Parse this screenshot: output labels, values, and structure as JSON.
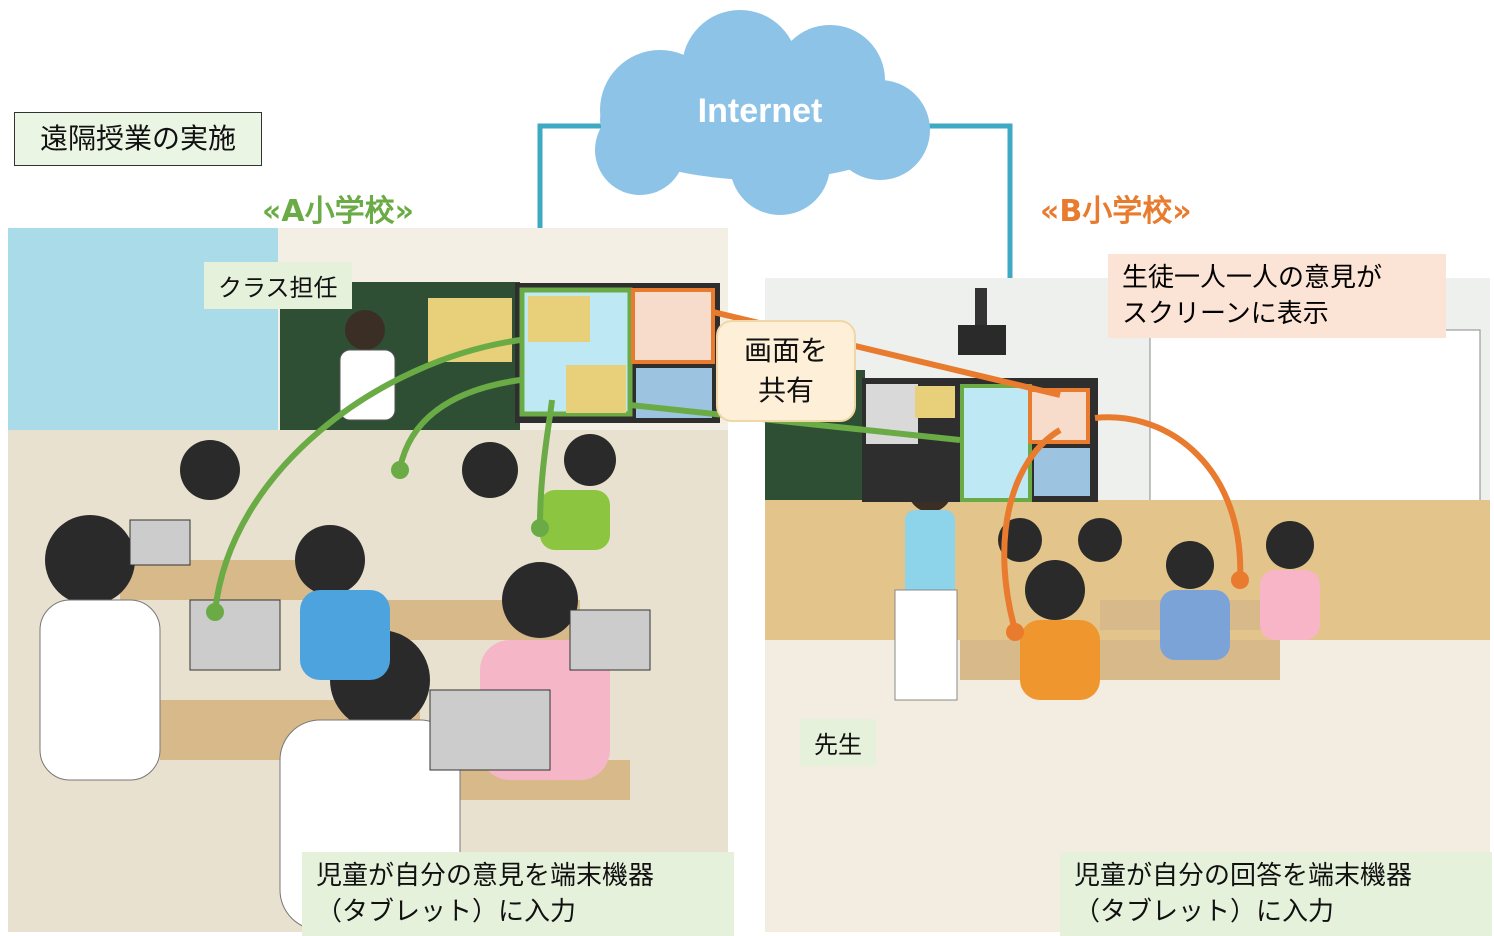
{
  "title": "遠隔授業の実施",
  "internet_label": "Internet",
  "school_a": {
    "name": "«A小学校»",
    "teacher_label": "クラス担任",
    "caption_line1": "児童が自分の意見を端末機器",
    "caption_line2": "（タブレット）に入力"
  },
  "school_b": {
    "name": "«B小学校»",
    "teacher_label": "先生",
    "opinion_line1": "生徒一人一人の意見が",
    "opinion_line2": "スクリーンに表示",
    "caption_line1": "児童が自分の回答を端末機器",
    "caption_line2": "（タブレット）に入力"
  },
  "share_line1": "画面を",
  "share_line2": "共有",
  "colors": {
    "green": "#6aab46",
    "orange": "#e87b2d",
    "cloud": "#8ec3e8",
    "connector": "#3ea9c2"
  }
}
